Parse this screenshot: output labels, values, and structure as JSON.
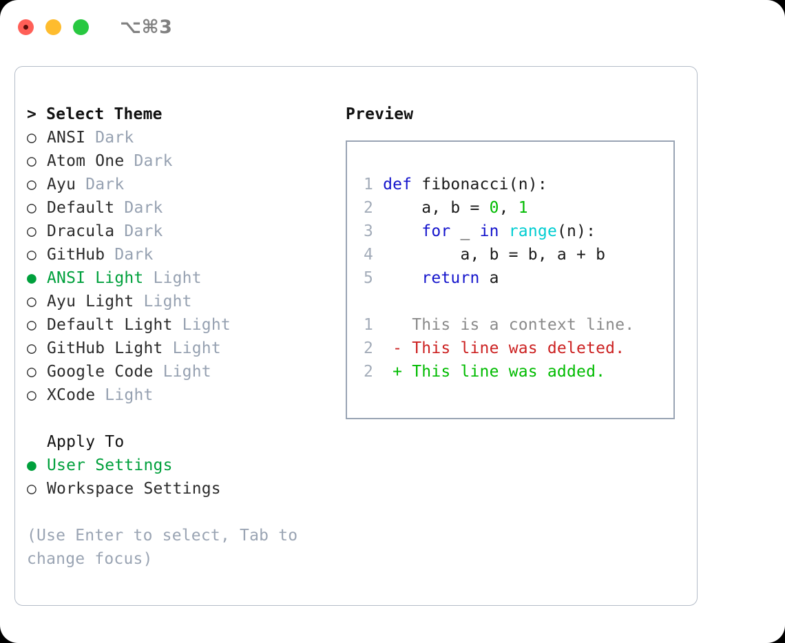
{
  "window": {
    "shortcut_label": "⌥⌘3",
    "traffic_lights": [
      "close-button",
      "minimize-button",
      "maximize-button"
    ]
  },
  "theme_list": {
    "heading_prefix": "> ",
    "heading": "Select Theme",
    "bullet_selected": "●",
    "bullet_unselected": "○",
    "items": [
      {
        "name": "ANSI",
        "variant": "Dark",
        "selected": false
      },
      {
        "name": "Atom One",
        "variant": "Dark",
        "selected": false
      },
      {
        "name": "Ayu",
        "variant": "Dark",
        "selected": false
      },
      {
        "name": "Default",
        "variant": "Dark",
        "selected": false
      },
      {
        "name": "Dracula",
        "variant": "Dark",
        "selected": false
      },
      {
        "name": "GitHub",
        "variant": "Dark",
        "selected": false
      },
      {
        "name": "ANSI Light",
        "variant": "Light",
        "selected": true
      },
      {
        "name": "Ayu Light",
        "variant": "Light",
        "selected": false
      },
      {
        "name": "Default Light",
        "variant": "Light",
        "selected": false
      },
      {
        "name": "GitHub Light",
        "variant": "Light",
        "selected": false
      },
      {
        "name": "Google Code",
        "variant": "Light",
        "selected": false
      },
      {
        "name": "XCode",
        "variant": "Light",
        "selected": false
      }
    ]
  },
  "apply_to": {
    "heading": "Apply To",
    "items": [
      {
        "name": "User Settings",
        "selected": true
      },
      {
        "name": "Workspace Settings",
        "selected": false
      }
    ]
  },
  "hint": "(Use Enter to select, Tab to change focus)",
  "preview": {
    "heading": "Preview",
    "code_lines": [
      {
        "number": "1",
        "tokens": [
          {
            "t": "def",
            "c": "kw"
          },
          {
            "t": " fibonacci(n):",
            "c": ""
          }
        ]
      },
      {
        "number": "2",
        "tokens": [
          {
            "t": "    a, b = ",
            "c": ""
          },
          {
            "t": "0",
            "c": "num"
          },
          {
            "t": ", ",
            "c": ""
          },
          {
            "t": "1",
            "c": "num"
          }
        ]
      },
      {
        "number": "3",
        "tokens": [
          {
            "t": "    ",
            "c": ""
          },
          {
            "t": "for",
            "c": "kw"
          },
          {
            "t": " _ ",
            "c": ""
          },
          {
            "t": "in",
            "c": "kw"
          },
          {
            "t": " ",
            "c": ""
          },
          {
            "t": "range",
            "c": "fn"
          },
          {
            "t": "(n):",
            "c": ""
          }
        ]
      },
      {
        "number": "4",
        "tokens": [
          {
            "t": "        a, b = b, a + b",
            "c": ""
          }
        ]
      },
      {
        "number": "5",
        "tokens": [
          {
            "t": "    ",
            "c": ""
          },
          {
            "t": "return",
            "c": "kw"
          },
          {
            "t": " a",
            "c": ""
          }
        ]
      }
    ],
    "diff_lines": [
      {
        "number": "1",
        "marker": "  ",
        "text": "This is a context line.",
        "kind": "ctx"
      },
      {
        "number": "2",
        "marker": "- ",
        "text": "This line was deleted.",
        "kind": "del"
      },
      {
        "number": "2",
        "marker": "+ ",
        "text": "This line was added.",
        "kind": "add"
      }
    ]
  },
  "colors": {
    "selected_green": "#00a03c",
    "muted_gray": "#96a1b1",
    "keyword_blue": "#1414cc",
    "function_cyan": "#00cdd1",
    "number_green": "#00bb00",
    "diff_deleted_red": "#cc2222",
    "diff_added_green": "#00bb00",
    "panel_border": "#b4bcc8",
    "preview_border": "#98a3b3",
    "traffic_red": "#ff5f57",
    "traffic_yellow": "#febc2e",
    "traffic_green": "#28c840"
  }
}
